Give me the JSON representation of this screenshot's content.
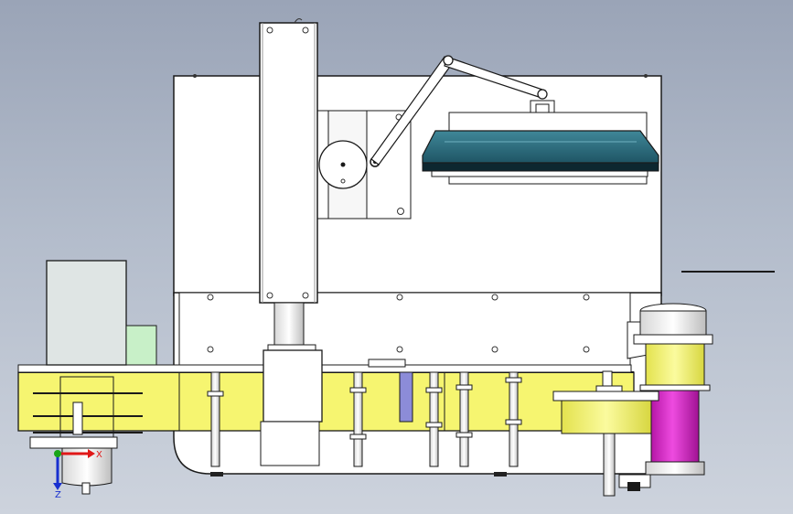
{
  "viewport": {
    "background_top": "#9aa4b7",
    "background_bottom": "#cdd3dd"
  },
  "palette": {
    "frame": "#ffffff",
    "outline": "#1a1a1a",
    "yellow_beam": "#f6f570",
    "hood_teal": "#2b6d80",
    "hood_dark": "#0d2730",
    "motor_magenta": "#d621c6",
    "motor_yellow": "#f3f27a",
    "electrical_box": "#dfe5e4",
    "green_block": "#c8f0c8",
    "purple_block": "#8c8cd8",
    "axis_x": "#e01818",
    "axis_y": "#18a418",
    "axis_z": "#1830d0"
  },
  "triad": {
    "x_label": "X",
    "z_label": "Z",
    "icons": [
      "axis-x-arrow",
      "axis-y-dot",
      "axis-z-arrow"
    ]
  }
}
